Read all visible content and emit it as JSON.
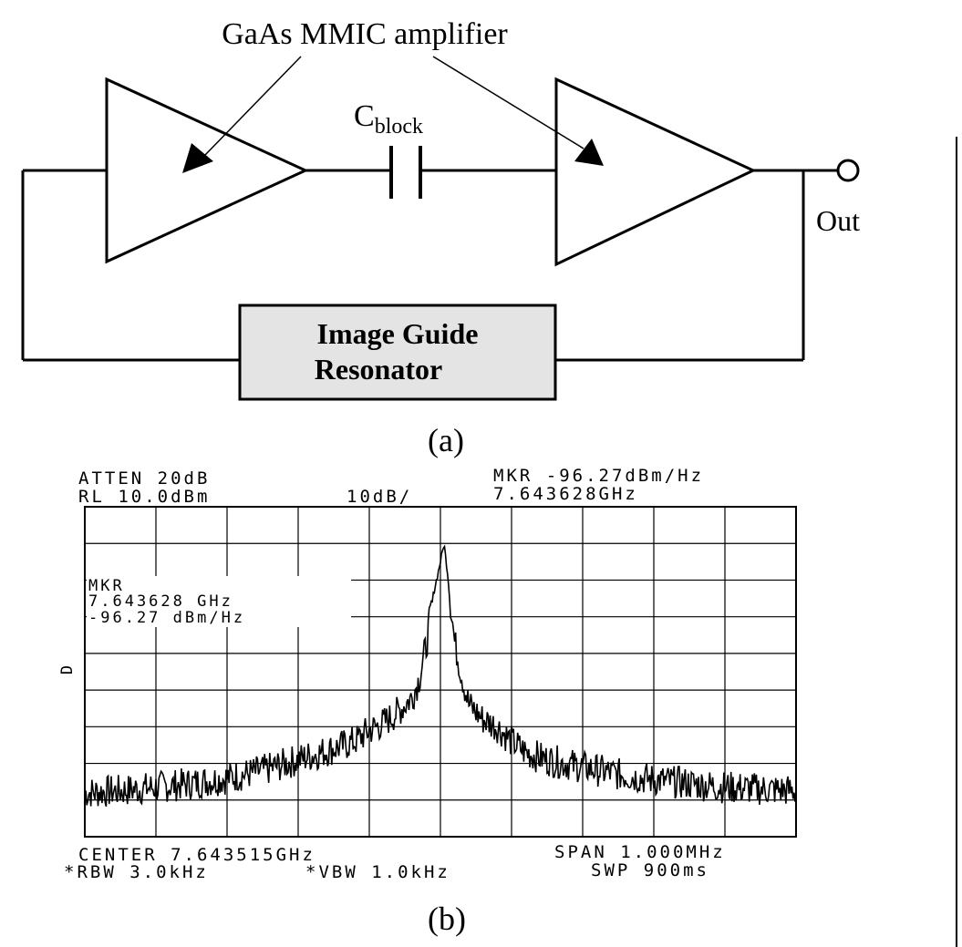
{
  "circuit": {
    "amplifier_label": "GaAs MMIC amplifier",
    "cap_label_main": "C",
    "cap_label_sub": "block",
    "output_label": "Out",
    "resonator_line1": "Image Guide",
    "resonator_line2": "Resonator",
    "caption": "(a)"
  },
  "spectrum": {
    "header_left_1": "ATTEN 20dB",
    "header_left_2": "RL 10.0dBm",
    "header_scale": "10dB/",
    "header_right_1": "MKR -96.27dBm/Hz",
    "header_right_2": "7.643628GHz",
    "marker_box_1": "MKR",
    "marker_box_2": "7.643628 GHz",
    "marker_box_3": "-96.27 dBm/Hz",
    "side_letter": "D",
    "footer_left_1": "CENTER 7.643515GHz",
    "footer_left_2": "*RBW 3.0kHz",
    "footer_mid_2": "*VBW 1.0kHz",
    "footer_right_1": "SPAN 1.000MHz",
    "footer_right_2": "SWP 900ms",
    "caption": "(b)"
  },
  "chart_data": {
    "type": "line",
    "x_center_GHz": 7.643515,
    "x_span_MHz": 1.0,
    "y_reference_dBm": 10.0,
    "y_scale_dB_per_div": 10,
    "grid": true,
    "x_divisions": 10,
    "y_divisions": 9,
    "marker": {
      "x_GHz": 7.643628,
      "y_dBm_per_Hz": -96.27
    },
    "series": [
      {
        "x_offset_MHz": [
          -0.5,
          -0.45,
          -0.4,
          -0.35,
          -0.3,
          -0.25,
          -0.2,
          -0.15,
          -0.12,
          -0.1,
          -0.08,
          -0.06,
          -0.04,
          -0.03,
          -0.02,
          -0.01,
          0.0,
          0.005,
          0.01,
          0.02,
          0.03,
          0.04,
          0.06,
          0.08,
          0.1,
          0.12,
          0.15,
          0.2,
          0.25,
          0.3,
          0.35,
          0.4,
          0.45,
          0.5
        ],
        "level_div_above_bottom": [
          1.2,
          1.25,
          1.35,
          1.45,
          1.6,
          1.8,
          2.1,
          2.4,
          2.6,
          2.9,
          3.1,
          3.4,
          3.8,
          4.3,
          5.2,
          6.6,
          7.5,
          8.0,
          7.2,
          5.3,
          4.4,
          3.6,
          3.2,
          3.0,
          2.6,
          2.3,
          2.1,
          1.9,
          1.7,
          1.55,
          1.45,
          1.35,
          1.3,
          1.25
        ]
      }
    ]
  }
}
